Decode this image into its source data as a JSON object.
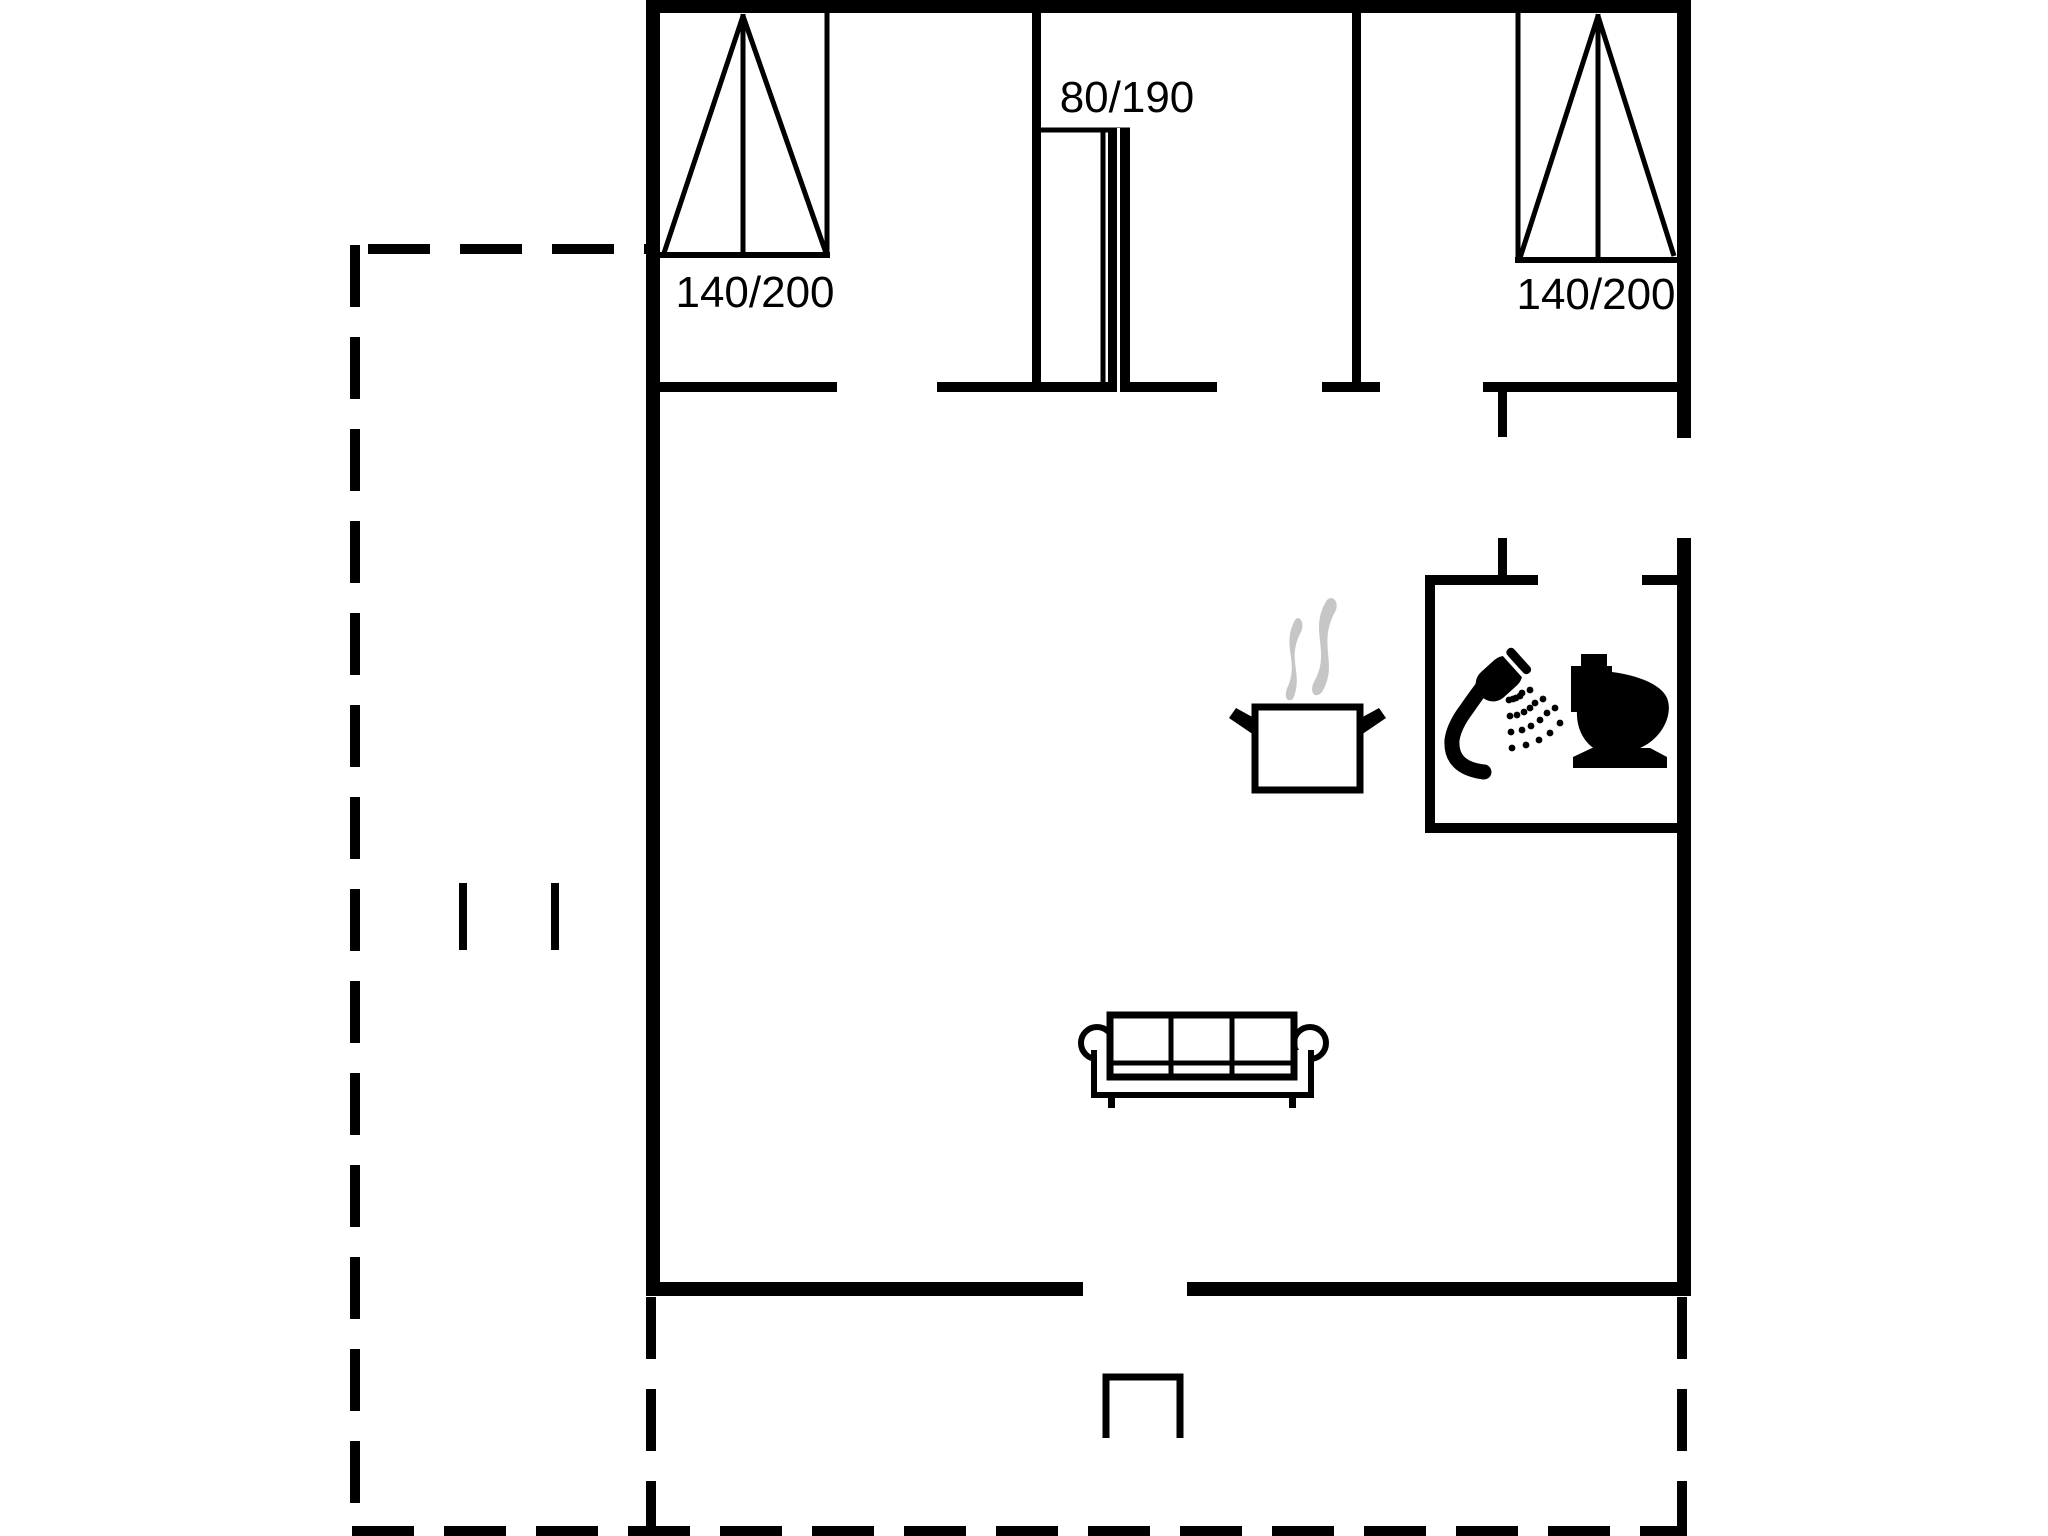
{
  "plan": {
    "kind": "floor-plan",
    "background": "#ffffff",
    "line_color": "#000000",
    "steam_color": "#c6c6c6",
    "labels": {
      "window_left": "140/200",
      "door_top": "80/190",
      "window_right": "140/200"
    },
    "symbols": [
      "window-symbol-left",
      "sliding-door-symbol",
      "window-symbol-right",
      "terrace-dashed-outline",
      "carport-post-marks",
      "cooking-pot-icon",
      "steam-icon",
      "shower-icon",
      "toilet-icon",
      "sofa-icon",
      "entrance-step"
    ]
  }
}
